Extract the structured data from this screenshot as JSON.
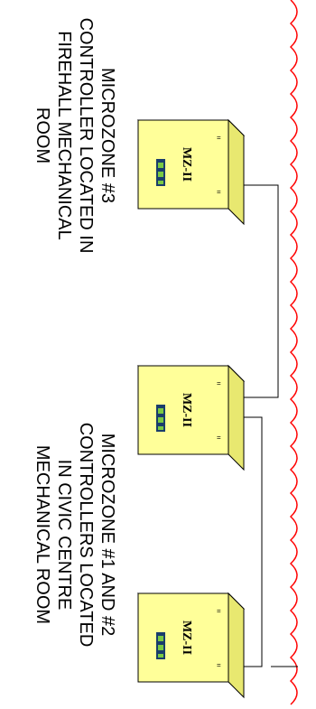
{
  "labels": {
    "mz3": "MICROZONE #3\nCONTROLLER LOCATED IN\nFIREHALL MECHANICAL\nROOM",
    "mz12": "MICROZONE #1 AND #2\nCONTROLLERS LOCATED\nIN CIVIC CENTRE\nMECHANICAL ROOM"
  },
  "controllers": [
    {
      "name": "controller-mz3",
      "label": "MZ-II"
    },
    {
      "name": "controller-mz2",
      "label": "MZ-II"
    },
    {
      "name": "controller-mz1",
      "label": "MZ-II"
    }
  ],
  "colors": {
    "box_face": "#ffff99",
    "box_side": "#e8e870",
    "box_top": "#fafac0",
    "revision_cloud": "#ff0000",
    "lines": "#000000"
  }
}
